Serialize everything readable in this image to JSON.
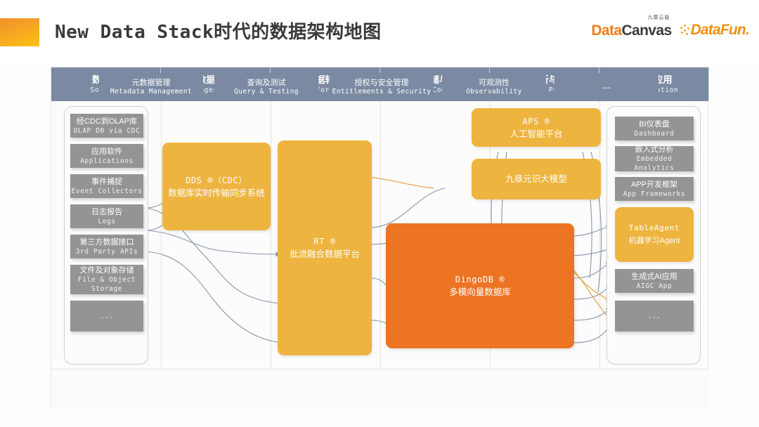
{
  "header": {
    "title": "New Data Stack时代的数据架构地图",
    "accent_color": "#f5a623",
    "logos": {
      "datacanvas_cn": "九章云极",
      "datacanvas_part1": "Data",
      "datacanvas_part2": "Canvas",
      "datafun": "DataFun."
    }
  },
  "columns": [
    {
      "cn": "数据源",
      "en": "Sources"
    },
    {
      "cn": "数据摄取",
      "en": "Ingestion"
    },
    {
      "cn": "数据转化",
      "en": "Transformation"
    },
    {
      "cn": "数据存储与计算",
      "en": "Storage&Computing"
    },
    {
      "cn": "数据分析与预测",
      "en": "Analytics & Predictive"
    },
    {
      "cn": "数据应用",
      "en": "Application"
    }
  ],
  "sources": [
    {
      "cn": "经CDC到OLAP库",
      "en": "OLAP DB via CDC"
    },
    {
      "cn": "应用软件",
      "en": "Applications"
    },
    {
      "cn": "事件捕捉",
      "en": "Event Collectors"
    },
    {
      "cn": "日志报告",
      "en": "Logs"
    },
    {
      "cn": "第三方数据接口",
      "en": "3rd Party APIs"
    },
    {
      "cn": "文件及对象存储",
      "en": "File & Object Storage"
    },
    {
      "cn": "",
      "en": "..."
    }
  ],
  "ingestion": {
    "en": "DDS ®（CDC）",
    "cn": "数据库实时传输同步系统"
  },
  "transformation": {
    "en": "RT ®",
    "cn": "批流融合数据平台"
  },
  "storage": {
    "en": "DingoDB ®",
    "cn": "多模向量数据库"
  },
  "analytics": [
    {
      "en": "APS ®",
      "cn": "人工智能平台"
    },
    {
      "en": "",
      "cn": "九章元识大模型"
    }
  ],
  "application": [
    {
      "cn": "BI仪表盘",
      "en": "Dashboard",
      "style": "grey"
    },
    {
      "cn": "嵌入式分析",
      "en": "Embedded Analytics",
      "style": "grey"
    },
    {
      "cn": "APP开发框架",
      "en": "App Frameworks",
      "style": "grey"
    },
    {
      "cn": "机器学习Agent",
      "en": "TableAgent",
      "style": "amber"
    },
    {
      "cn": "生成式AI应用",
      "en": "AIGC App",
      "style": "grey"
    },
    {
      "cn": "",
      "en": "...",
      "style": "grey"
    }
  ],
  "footer": [
    {
      "cn": "元数据管理",
      "en": "Metadata Management"
    },
    {
      "cn": "查询及测试",
      "en": "Query & Testing"
    },
    {
      "cn": "授权与安全管理",
      "en": "Entitlements & Security"
    },
    {
      "cn": "可观测性",
      "en": "Observability"
    },
    {
      "cn": "",
      "en": "……"
    }
  ],
  "colors": {
    "header_band": "#7b8aa2",
    "grey_node": "#949494",
    "amber_node": "#eeb440",
    "orange_node": "#ec7422",
    "wire_grey": "#8795ab",
    "wire_orange": "#e79a3a"
  }
}
